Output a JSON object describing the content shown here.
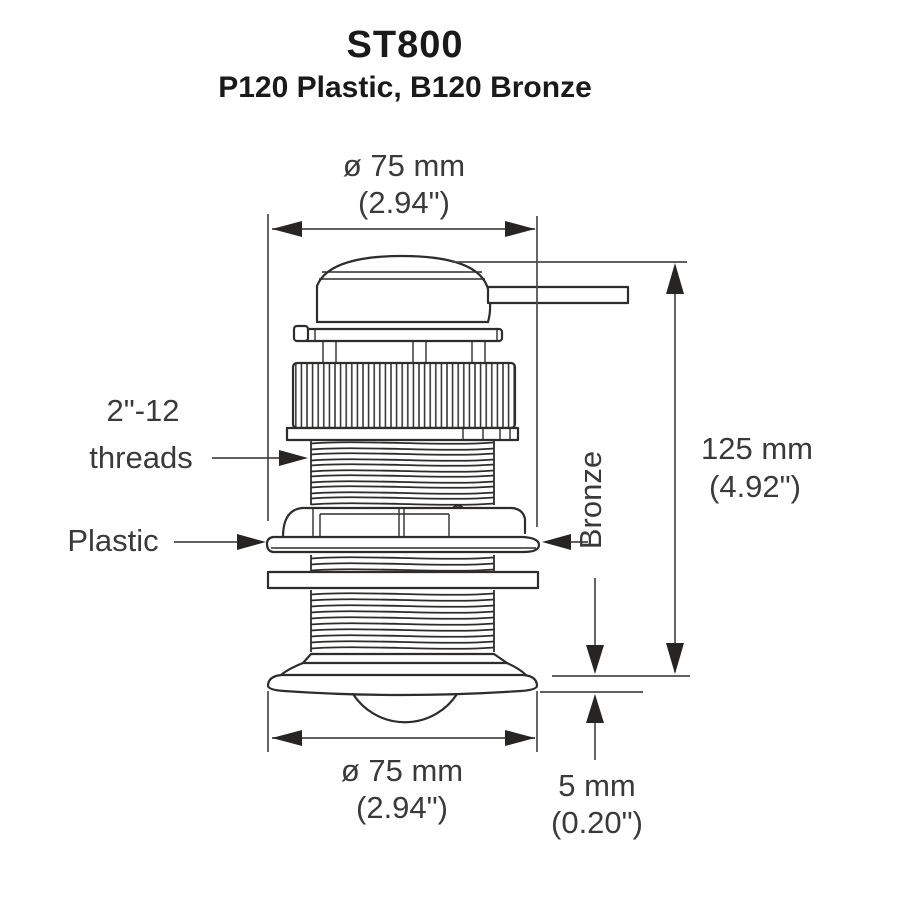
{
  "title": "ST800",
  "subtitle": "P120 Plastic, B120 Bronze",
  "annotations": {
    "threads_line1": "2\"-12",
    "threads_line2": "threads",
    "plastic": "Plastic",
    "bronze": "Bronze"
  },
  "dimensions": {
    "top_diameter": {
      "metric": "ø 75 mm",
      "imperial": "(2.94\")"
    },
    "height": {
      "metric": "125 mm",
      "imperial": "(4.92\")"
    },
    "bottom_diameter": {
      "metric": "ø 75 mm",
      "imperial": "(2.94\")"
    },
    "protrusion": {
      "metric": "5 mm",
      "imperial": "(0.20\")"
    }
  },
  "colors": {
    "line": "#2e2d2c",
    "dimension_line": "#4a4a4a",
    "text": "#333333",
    "background": "#ffffff"
  }
}
